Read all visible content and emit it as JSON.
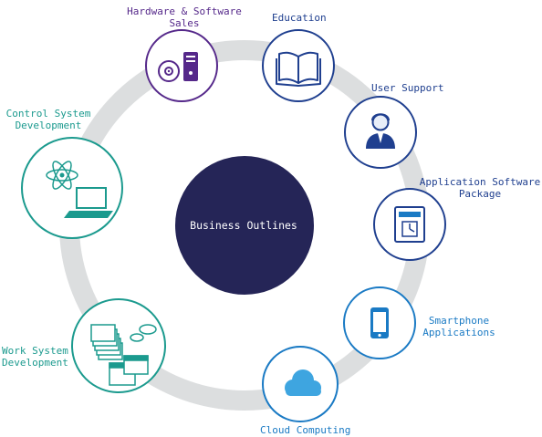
{
  "center": {
    "title": "Business Outlines",
    "color": "#252557"
  },
  "colors": {
    "ring": "#dcdedf",
    "purple": "#55288a",
    "navy": "#1f3f8f",
    "teal": "#1b9a8e",
    "blue": "#1a7ac4",
    "cyan": "#3ea5e0"
  },
  "nodes": [
    {
      "label": "Hardware & Software\nSales",
      "icon": "disc-and-tower-icon"
    },
    {
      "label": "Education",
      "icon": "open-book-icon"
    },
    {
      "label": "User Support",
      "icon": "support-agent-icon"
    },
    {
      "label": "Application Software\nPackage",
      "icon": "time-clock-icon"
    },
    {
      "label": "Smartphone\nApplications",
      "icon": "smartphone-icon"
    },
    {
      "label": "Cloud Computing",
      "icon": "cloud-icon"
    },
    {
      "label": "Work System\nDevelopment",
      "icon": "documents-and-windows-icon"
    },
    {
      "label": "Control System\nDevelopment",
      "icon": "atom-and-laptop-icon"
    }
  ]
}
